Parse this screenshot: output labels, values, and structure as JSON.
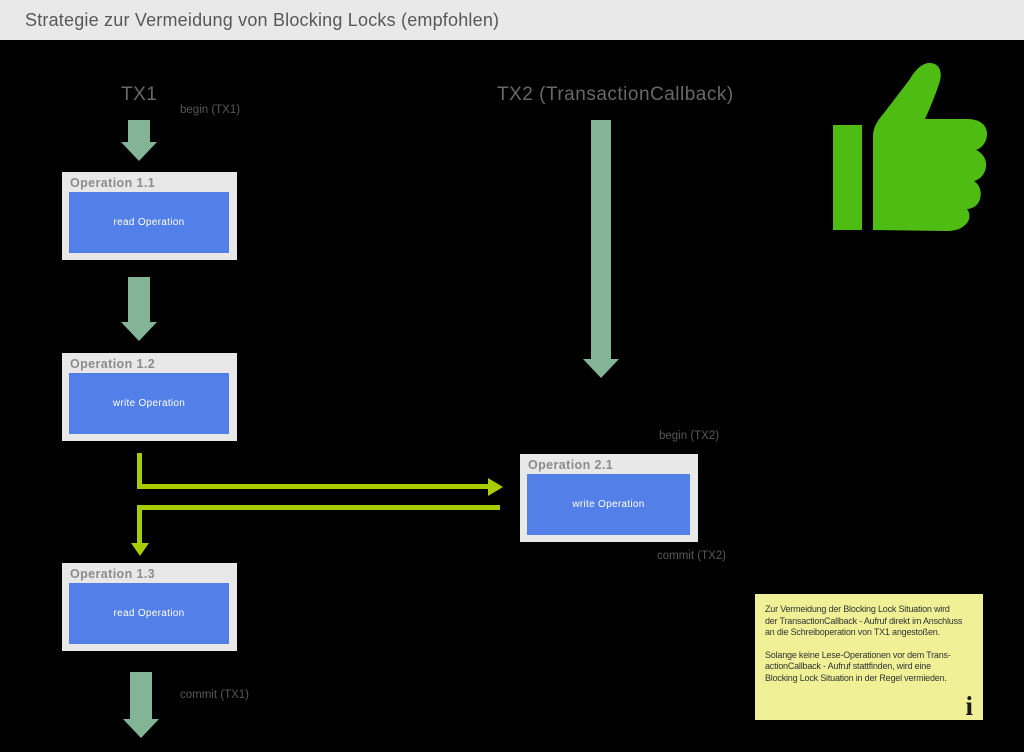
{
  "header": {
    "title": "Strategie zur Vermeidung von Blocking Locks (empfohlen)"
  },
  "columns": {
    "tx1": {
      "label": "TX1"
    },
    "tx2": {
      "label": "TX2 (TransactionCallback)"
    }
  },
  "flow_labels": {
    "begin_tx1": "begin (TX1)",
    "commit_tx1": "commit (TX1)",
    "begin_tx2": "begin (TX2)",
    "commit_tx2": "commit (TX2)"
  },
  "operations": [
    {
      "title": "Operation 1.1",
      "action": "read Operation"
    },
    {
      "title": "Operation 1.2",
      "action": "write Operation"
    },
    {
      "title": "Operation 1.3",
      "action": "read Operation"
    },
    {
      "title": "Operation 2.1",
      "action": "write Operation"
    }
  ],
  "note": {
    "para1": [
      "Zur Vermeidung der Blocking Lock Situation wird",
      "der TransactionCallback - Aufruf direkt im Anschluss",
      "an die Schreiboperation von TX1 angestoßen."
    ],
    "para2": [
      "Solange keine Lese-Operationen vor dem Trans-",
      "actionCallback - Aufruf stattfinden, wird eine",
      "Blocking Lock Situation in der Regel vermieden."
    ],
    "info_icon": "i"
  },
  "icons": {
    "thumbs_up": "thumbs-up"
  },
  "colors": {
    "header_bg": "#e9e9e9",
    "header_text": "#58585a",
    "arrow_sage": "#82b495",
    "connector_green": "#a8cc00",
    "operation_blue": "#537fe8",
    "box_gray": "#e8e8e8",
    "note_yellow": "#f0f196",
    "thumb_green": "#4fbc13"
  }
}
